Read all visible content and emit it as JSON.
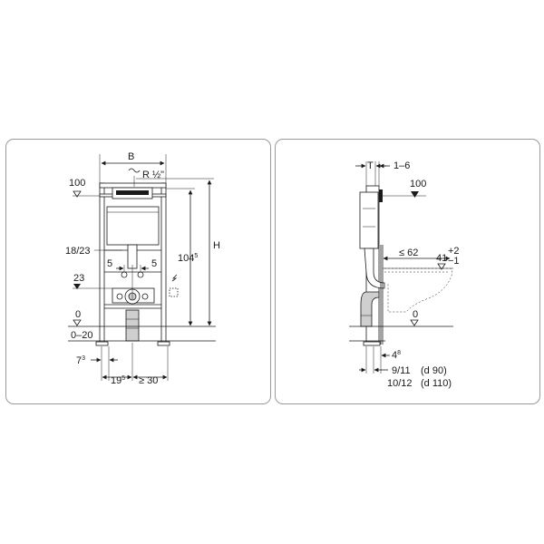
{
  "front_view": {
    "width_label": "B",
    "connection_label": "R ½\"",
    "height_label": "H",
    "height_dim": "104",
    "height_dim_sup": "5",
    "level_100": "100",
    "level_23": "23",
    "level_0": "0",
    "range_0_20": "0–20",
    "dim_18_23": "18/23",
    "dim_5_left": "5",
    "dim_5_right": "5",
    "dim_7": "7",
    "dim_7_sup": "3",
    "dim_19": "19",
    "dim_19_sup": "5",
    "dim_30": "≥ 30"
  },
  "side_view": {
    "thickness_label": "T",
    "dim_1_6": "1–6",
    "level_100": "100",
    "dim_62": "≤ 62",
    "dim_41": "41",
    "dim_41_sup": "+2",
    "dim_41_sub": "−1",
    "level_0": "0",
    "dim_4": "4",
    "dim_4_sup": "8",
    "dim_9_11": "9/11",
    "d90": "(d 90)",
    "dim_10_12": "10/12",
    "d110": "(d 110)"
  }
}
